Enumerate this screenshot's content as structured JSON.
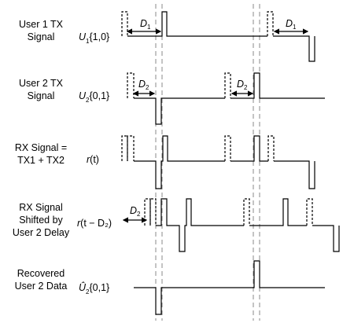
{
  "rows": [
    {
      "label": "User 1 TX\nSignal",
      "sym_main": "U",
      "sym_sub": "1",
      "sym_args": "{1,0}"
    },
    {
      "label": "User 2 TX\nSignal",
      "sym_main": "U",
      "sym_sub": "2",
      "sym_args": "{0,1}"
    },
    {
      "label": "RX Signal =\nTX1 + TX2",
      "sym_main": "r",
      "sym_sub": "",
      "sym_args": "(t)"
    },
    {
      "label": "RX Signal\nShifted by\nUser 2 Delay",
      "sym_main": "r",
      "sym_sub": "",
      "sym_args": "(t − D₂)"
    },
    {
      "label": "Recovered\nUser 2 Data",
      "sym_main": "Û",
      "sym_sub": "2",
      "sym_args": "{0,1}"
    }
  ],
  "delays": {
    "d1_main": "D",
    "d1_sub": "1",
    "d2_main": "D",
    "d2_sub": "2"
  },
  "colors": {
    "signal": "#000000",
    "guide": "#888888"
  }
}
